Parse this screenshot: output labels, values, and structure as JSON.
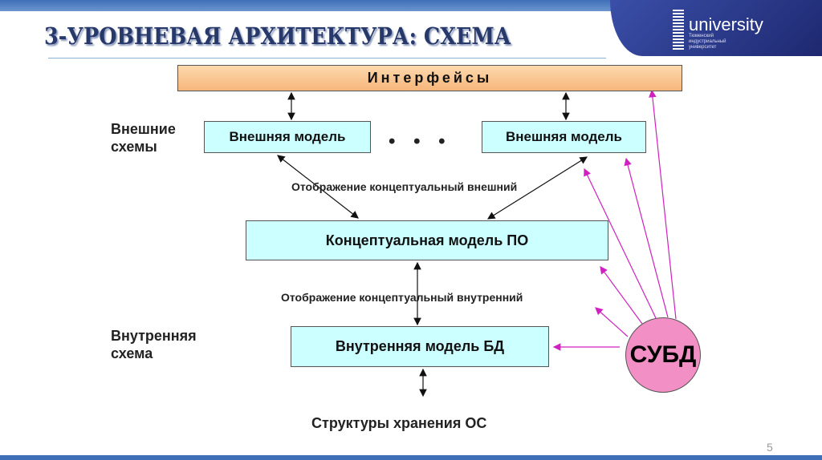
{
  "header": {
    "title": "3-УРОВНЕВАЯ АРХИТЕКТУРА: СХЕМА",
    "logo_word": "university",
    "logo_sub": "Тюменский индустриальный университет"
  },
  "diagram": {
    "interfaces": "Интерфейсы",
    "external_label": "Внешние схемы",
    "external_model_1": "Внешняя модель",
    "external_model_2": "Внешняя модель",
    "ellipsis": "• • •",
    "mapping_external": "Отображение концептуальный внешний",
    "conceptual_model": "Концептуальная модель ПО",
    "mapping_internal": "Отображение концептуальный внутренний",
    "internal_label": "Внутренняя схема",
    "internal_model": "Внутренняя модель БД",
    "storage": "Структуры хранения ОС",
    "dbms": "СУБД",
    "arrow_color": "#d020c0"
  },
  "page_number": "5"
}
